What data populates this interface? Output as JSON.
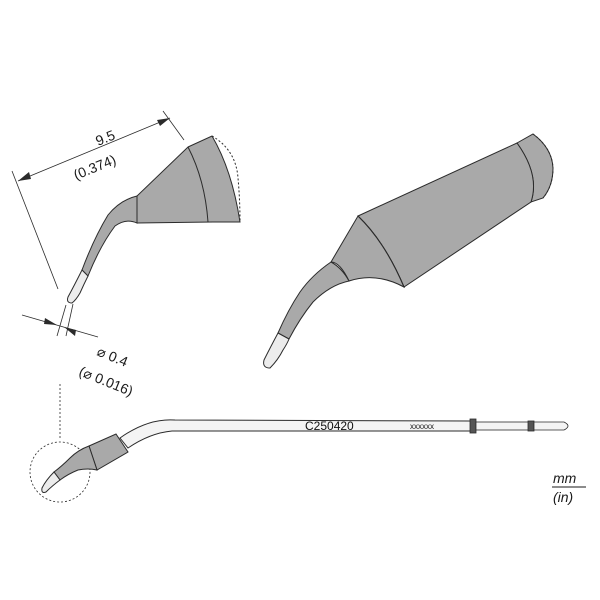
{
  "dimensions": {
    "length_mm": "9.5",
    "length_in": "(0.374)",
    "diameter_mm": "⌀ 0.4",
    "diameter_in": "(⌀ 0.016)"
  },
  "units": {
    "primary": "mm",
    "secondary": "(in)"
  },
  "cartridge": {
    "part_number": "C250420",
    "serial_marking": "xxxxxx"
  },
  "colors": {
    "metal_fill": "#a9a9a9",
    "metal_dark": "#8c8c8c",
    "tip_fill": "#ececec",
    "outline": "#2b2b2b",
    "band": "#555555"
  }
}
